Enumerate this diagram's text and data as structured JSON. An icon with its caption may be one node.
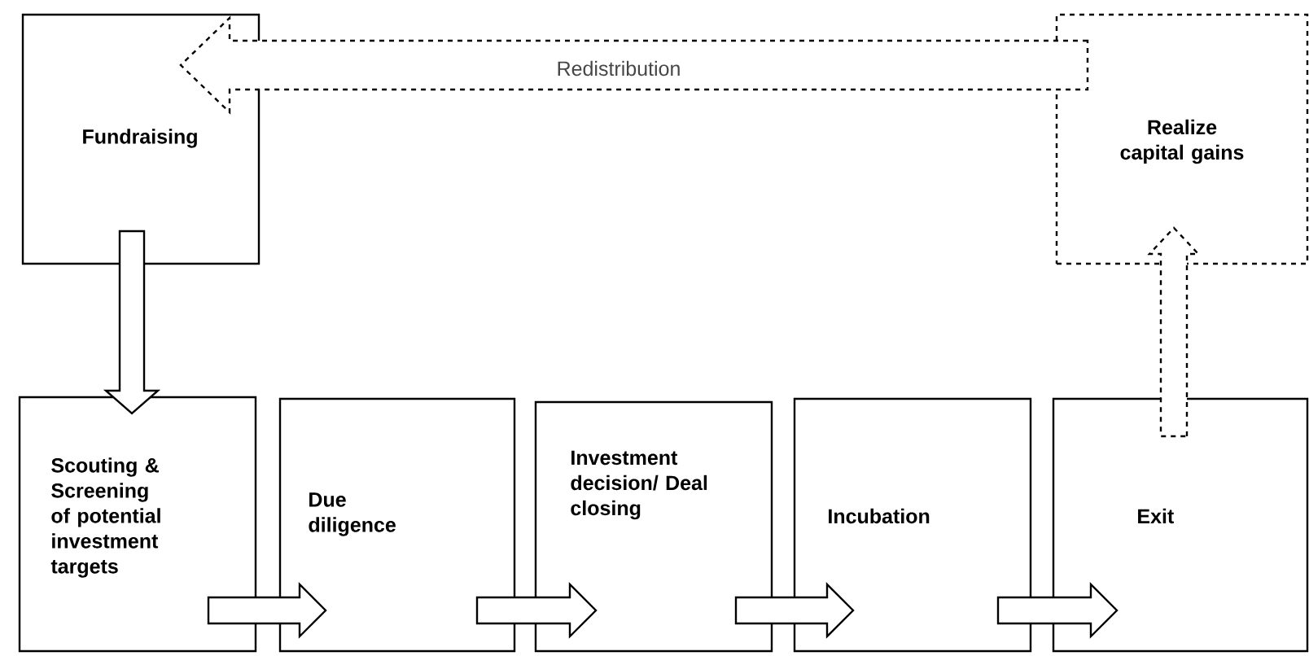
{
  "diagram": {
    "nodes": [
      {
        "text": [
          "Fundraising"
        ]
      },
      {
        "text": [
          "Realize capital gains"
        ]
      },
      {
        "text": [
          "Scouting & Screening of potential investment targets"
        ]
      },
      {
        "text": [
          "Due diligence"
        ]
      },
      {
        "text": [
          "Investment decision/ Deal closing"
        ]
      },
      {
        "text": [
          "Incubation"
        ]
      },
      {
        "text": [
          "Exit"
        ]
      }
    ],
    "edges": [
      {
        "from": 1,
        "to": 0,
        "arrow": "to",
        "label": "Redistribution",
        "style": "dashed"
      },
      {
        "from": 0,
        "to": 2,
        "arrow": "to"
      },
      {
        "from": 2,
        "to": 3,
        "arrow": "to"
      },
      {
        "from": 3,
        "to": 4,
        "arrow": "to"
      },
      {
        "from": 4,
        "to": 5,
        "arrow": "to"
      },
      {
        "from": 5,
        "to": 6,
        "arrow": "to"
      },
      {
        "from": 6,
        "to": 1,
        "arrow": "to",
        "style": "dashed"
      }
    ]
  }
}
